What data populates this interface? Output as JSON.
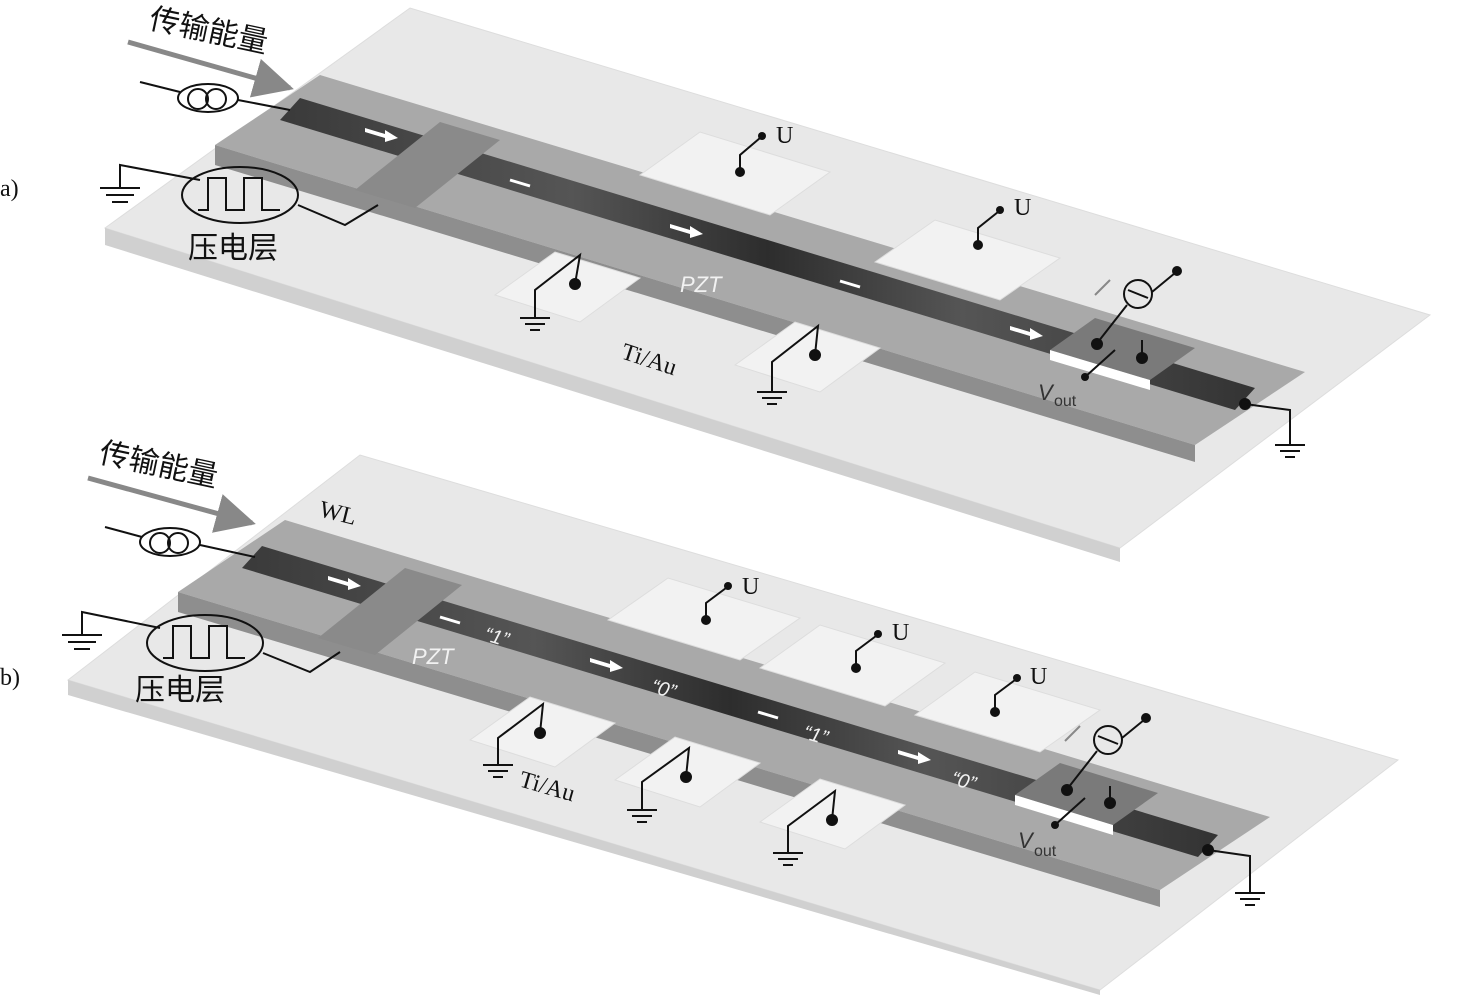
{
  "panels": [
    {
      "label": "a)",
      "energy_label": "传输能量",
      "piezo_label": "压电层",
      "pzt_label": "PZT",
      "electrode_label": "Ti/Au",
      "voltage_labels": [
        "U",
        "U"
      ],
      "vout_main": "V",
      "vout_sub": "out",
      "wl_label": "",
      "bits": []
    },
    {
      "label": "b)",
      "energy_label": "传输能量",
      "piezo_label": "压电层",
      "pzt_label": "PZT",
      "electrode_label": "Ti/Au",
      "voltage_labels": [
        "U",
        "U",
        "U"
      ],
      "vout_main": "V",
      "vout_sub": "out",
      "wl_label": "WL",
      "bits": [
        "“1”",
        "“0”",
        "“1”",
        "“0”"
      ]
    }
  ],
  "colors": {
    "substrate": "#e9e9e9",
    "substrate_side": "#cfcfcf",
    "pzt": "#a8a8a8",
    "electrode": "#f3f3f3",
    "track": "#4a4a4a",
    "track_dark": "#2c2c2c"
  }
}
